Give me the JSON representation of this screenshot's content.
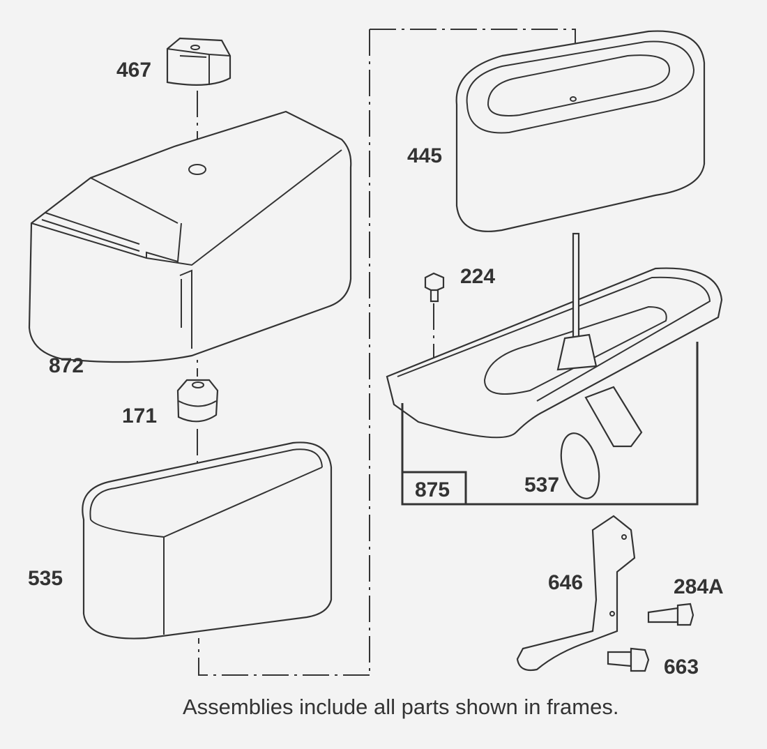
{
  "parts": [
    {
      "id": "467",
      "name": "knob"
    },
    {
      "id": "872",
      "name": "cover"
    },
    {
      "id": "171",
      "name": "nut"
    },
    {
      "id": "535",
      "name": "pre-cleaner"
    },
    {
      "id": "445",
      "name": "air-filter-cartridge"
    },
    {
      "id": "224",
      "name": "screw"
    },
    {
      "id": "875",
      "name": "base-assembly"
    },
    {
      "id": "537",
      "name": "seal"
    },
    {
      "id": "646",
      "name": "bracket"
    },
    {
      "id": "284A",
      "name": "screw-284a"
    },
    {
      "id": "663",
      "name": "screw-663"
    }
  ],
  "caption": "Assemblies include all parts shown in frames.",
  "colors": {
    "ink": "#333333",
    "background": "#f3f3f3"
  }
}
